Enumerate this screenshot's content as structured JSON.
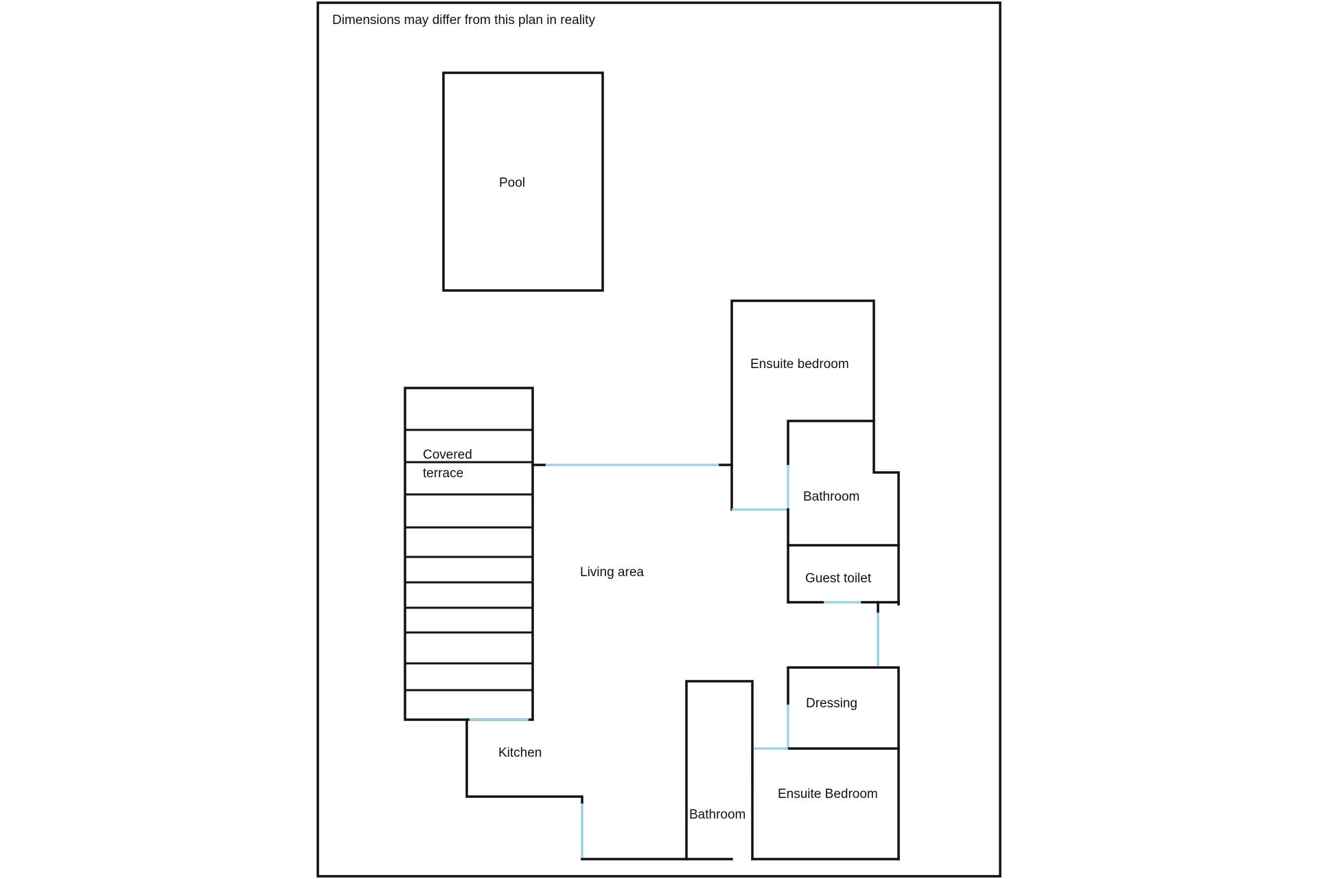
{
  "note": "Dimensions may differ from this plan in reality",
  "colors": {
    "wall": "#111111",
    "opening": "#9fd3e0"
  },
  "rooms": {
    "pool": "Pool",
    "covered_terrace_line1": "Covered",
    "covered_terrace_line2": "terrace",
    "living_area": "Living area",
    "ensuite_bedroom_top": "Ensuite bedroom",
    "bathroom_top": "Bathroom",
    "guest_toilet": "Guest toilet",
    "dressing": "Dressing",
    "kitchen": "Kitchen",
    "bathroom_bottom": "Bathroom",
    "ensuite_bedroom_bottom": "Ensuite Bedroom"
  }
}
